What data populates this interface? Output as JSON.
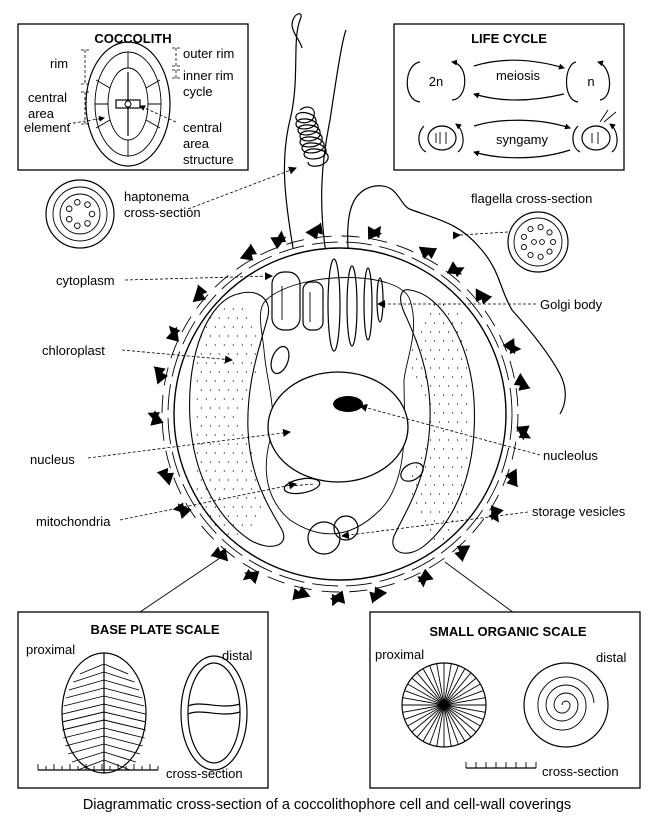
{
  "caption": "Diagrammatic cross-section of a coccolithophore cell and cell-wall coverings",
  "coccolith": {
    "title": "COCCOLITH",
    "labels": {
      "rim": "rim",
      "outer_rim": "outer rim",
      "inner_rim": "inner rim",
      "cycle": "cycle",
      "central": "central",
      "area": "area",
      "element": "element",
      "central2": "central",
      "area2": "area",
      "structure": "structure"
    }
  },
  "life_cycle": {
    "title": "LIFE CYCLE",
    "diploid": "2n",
    "haploid": "n",
    "meiosis": "meiosis",
    "syngamy": "syngamy"
  },
  "cell_labels": {
    "haptonema_1": "haptonema",
    "haptonema_2": "cross-section",
    "flagella": "flagella cross-section",
    "cytoplasm": "cytoplasm",
    "golgi": "Golgi body",
    "chloroplast": "chloroplast",
    "nucleus": "nucleus",
    "nucleolus": "nucleolus",
    "mitochondria": "mitochondria",
    "storage": "storage vesicles"
  },
  "base_plate": {
    "title": "BASE PLATE SCALE",
    "proximal": "proximal",
    "distal": "distal",
    "cross_section": "cross-section"
  },
  "organic_scale": {
    "title": "SMALL ORGANIC SCALE",
    "proximal": "proximal",
    "distal": "distal",
    "cross_section": "cross-section"
  }
}
